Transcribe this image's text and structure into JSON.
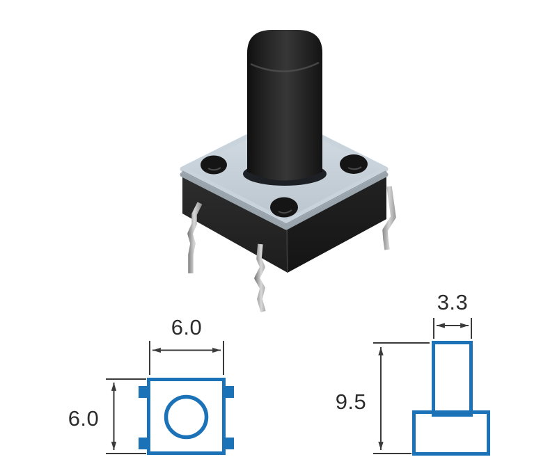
{
  "colors": {
    "background": "#ffffff",
    "diagram_outline_blue": "#1b72b7",
    "diagram_fill_light_blue": "#a3cfef",
    "diagram_plunger_fill": "#ffffff",
    "dimension_line": "#3a3a3a",
    "dimension_text": "#2c2c2c",
    "switch_plate_gray": "#c9d3db",
    "switch_body_black": "#222222",
    "switch_plunger_black": "#2a2a2a",
    "switch_lead_silver": "#b5b5b5"
  },
  "top_view": {
    "width_label": "6.0",
    "height_label": "6.0"
  },
  "side_view": {
    "width_label": "3.3",
    "height_label": "9.5"
  }
}
